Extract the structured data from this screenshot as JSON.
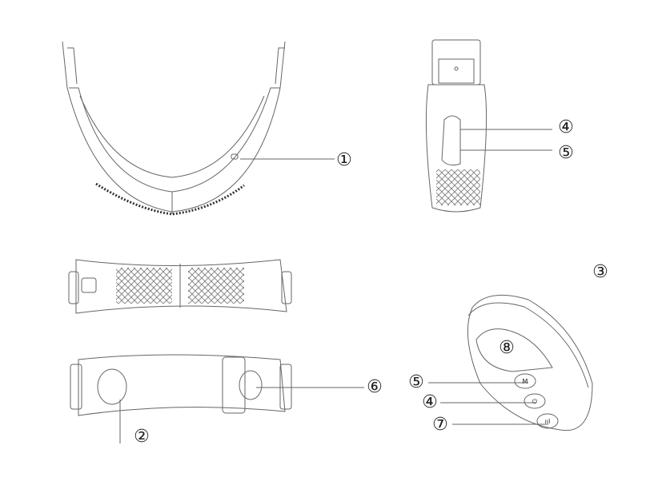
{
  "labels": {
    "neck_band_part": "①",
    "band_bottom_part": "②",
    "remote_part": "③",
    "power_button_side": "④",
    "mode_button_side": "⑤",
    "remote_mode_button": "⑤",
    "remote_power_button": "④",
    "remote_intensity_button": "⑦",
    "band_end_part": "⑥",
    "remote_display": "⑧"
  },
  "button_glyphs": {
    "mode": "M",
    "power": "⏻",
    "intensity": "ııl"
  },
  "colors": {
    "line": "#555555",
    "text": "#222222"
  }
}
